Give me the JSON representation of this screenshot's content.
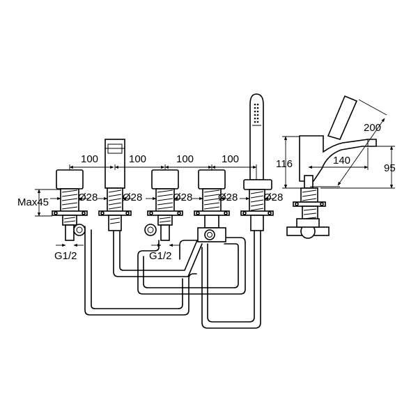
{
  "dimensions": {
    "spacing_1": "100",
    "spacing_2": "100",
    "spacing_3": "100",
    "spacing_4": "100",
    "height_116": "116",
    "reach_140": "140",
    "length_200": "200",
    "height_95": "95",
    "max_deck": "Max45",
    "dia_1": "Ø28",
    "dia_2": "Ø28",
    "dia_3": "Ø28",
    "dia_4": "Ø28",
    "dia_5": "Ø28",
    "thread_1": "G1/2",
    "thread_2": "G1/2"
  },
  "colors": {
    "stroke": "#000000",
    "background": "#ffffff"
  }
}
